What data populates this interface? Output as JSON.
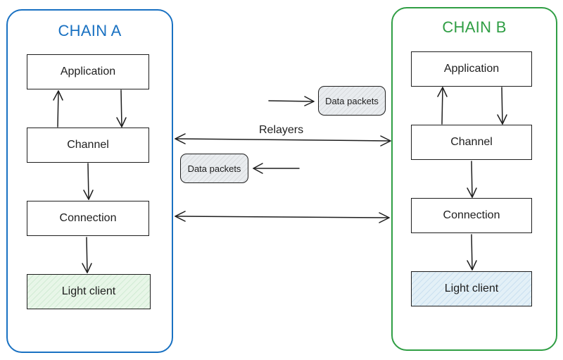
{
  "chain_a": {
    "title": "CHAIN A",
    "layers": [
      "Application",
      "Channel",
      "Connection",
      "Light client"
    ]
  },
  "chain_b": {
    "title": "CHAIN B",
    "layers": [
      "Application",
      "Channel",
      "Connection",
      "Light client"
    ]
  },
  "middle": {
    "relayers_label": "Relayers",
    "packet_right_label": "Data packets",
    "packet_left_label": "Data packets"
  },
  "colors": {
    "chain_a": "#1971c2",
    "chain_b": "#2f9e44",
    "stroke": "#1e1e1e",
    "light_client_a_fill": "#e8f6e8",
    "light_client_b_fill": "#e3f0f7",
    "packet_fill": "#e9ecef"
  }
}
